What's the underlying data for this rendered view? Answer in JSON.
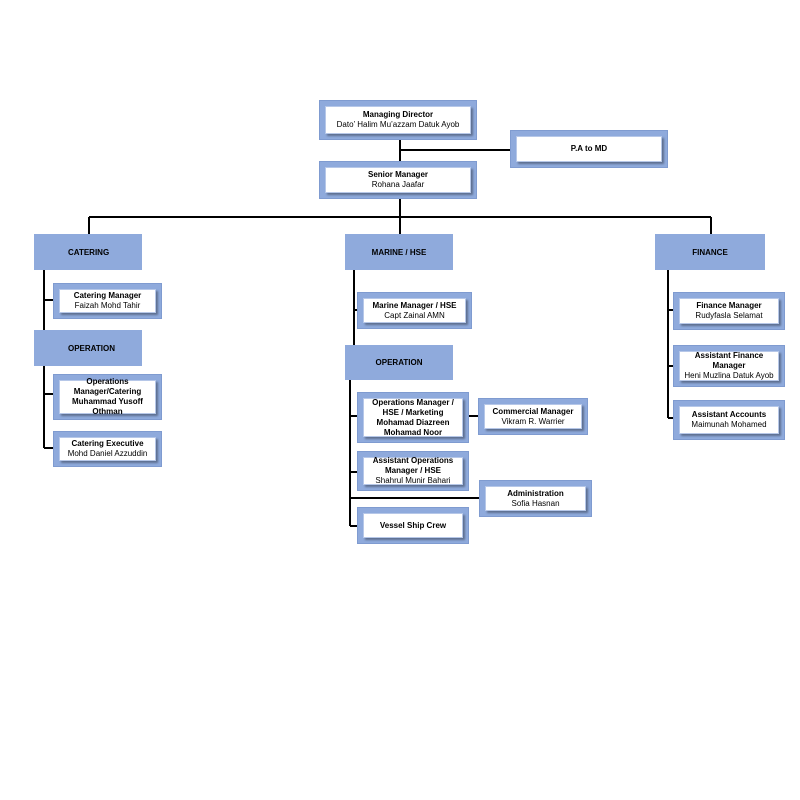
{
  "managing_director": {
    "title": "Managing Director",
    "name": "Dato’ Halim Mu’azzam Datuk Ayob"
  },
  "pa": {
    "title": "P.A to MD"
  },
  "senior_manager": {
    "title": "Senior Manager",
    "name": "Rohana Jaafar"
  },
  "catering": {
    "label": "CATERING",
    "manager": {
      "title": "Catering Manager",
      "name": "Faizah Mohd Tahir"
    },
    "operation_label": "OPERATION",
    "ops_manager": {
      "title": "Operations Manager/Catering",
      "name": "Muhammad Yusoff Othman"
    },
    "executive": {
      "title": "Catering Executive",
      "name": "Mohd Daniel Azzuddin"
    }
  },
  "marine": {
    "label": "MARINE / HSE",
    "manager": {
      "title": "Marine Manager / HSE",
      "name": "Capt Zainal AMN"
    },
    "operation_label": "OPERATION",
    "ops_manager": {
      "title": "Operations Manager / HSE / Marketing",
      "name": "Mohamad Diazreen Mohamad Noor"
    },
    "commercial": {
      "title": "Commercial Manager",
      "name": "Vikram R. Warrier"
    },
    "asst_ops": {
      "title": "Assistant Operations Manager / HSE",
      "name": "Shahrul Munir Bahari"
    },
    "admin": {
      "title": "Administration",
      "name": "Sofia Hasnan"
    },
    "crew": {
      "title": "Vessel Ship Crew"
    }
  },
  "finance": {
    "label": "FINANCE",
    "manager": {
      "title": "Finance Manager",
      "name": "Rudyfasla Selamat"
    },
    "asst_manager": {
      "title": "Assistant Finance Manager",
      "name": "Heni Muzlina Datuk Ayob"
    },
    "accounts": {
      "title": "Assistant Accounts",
      "name": "Maimunah Mohamed"
    }
  },
  "colors": {
    "box_fill": "#8faadc",
    "line": "#000000"
  }
}
